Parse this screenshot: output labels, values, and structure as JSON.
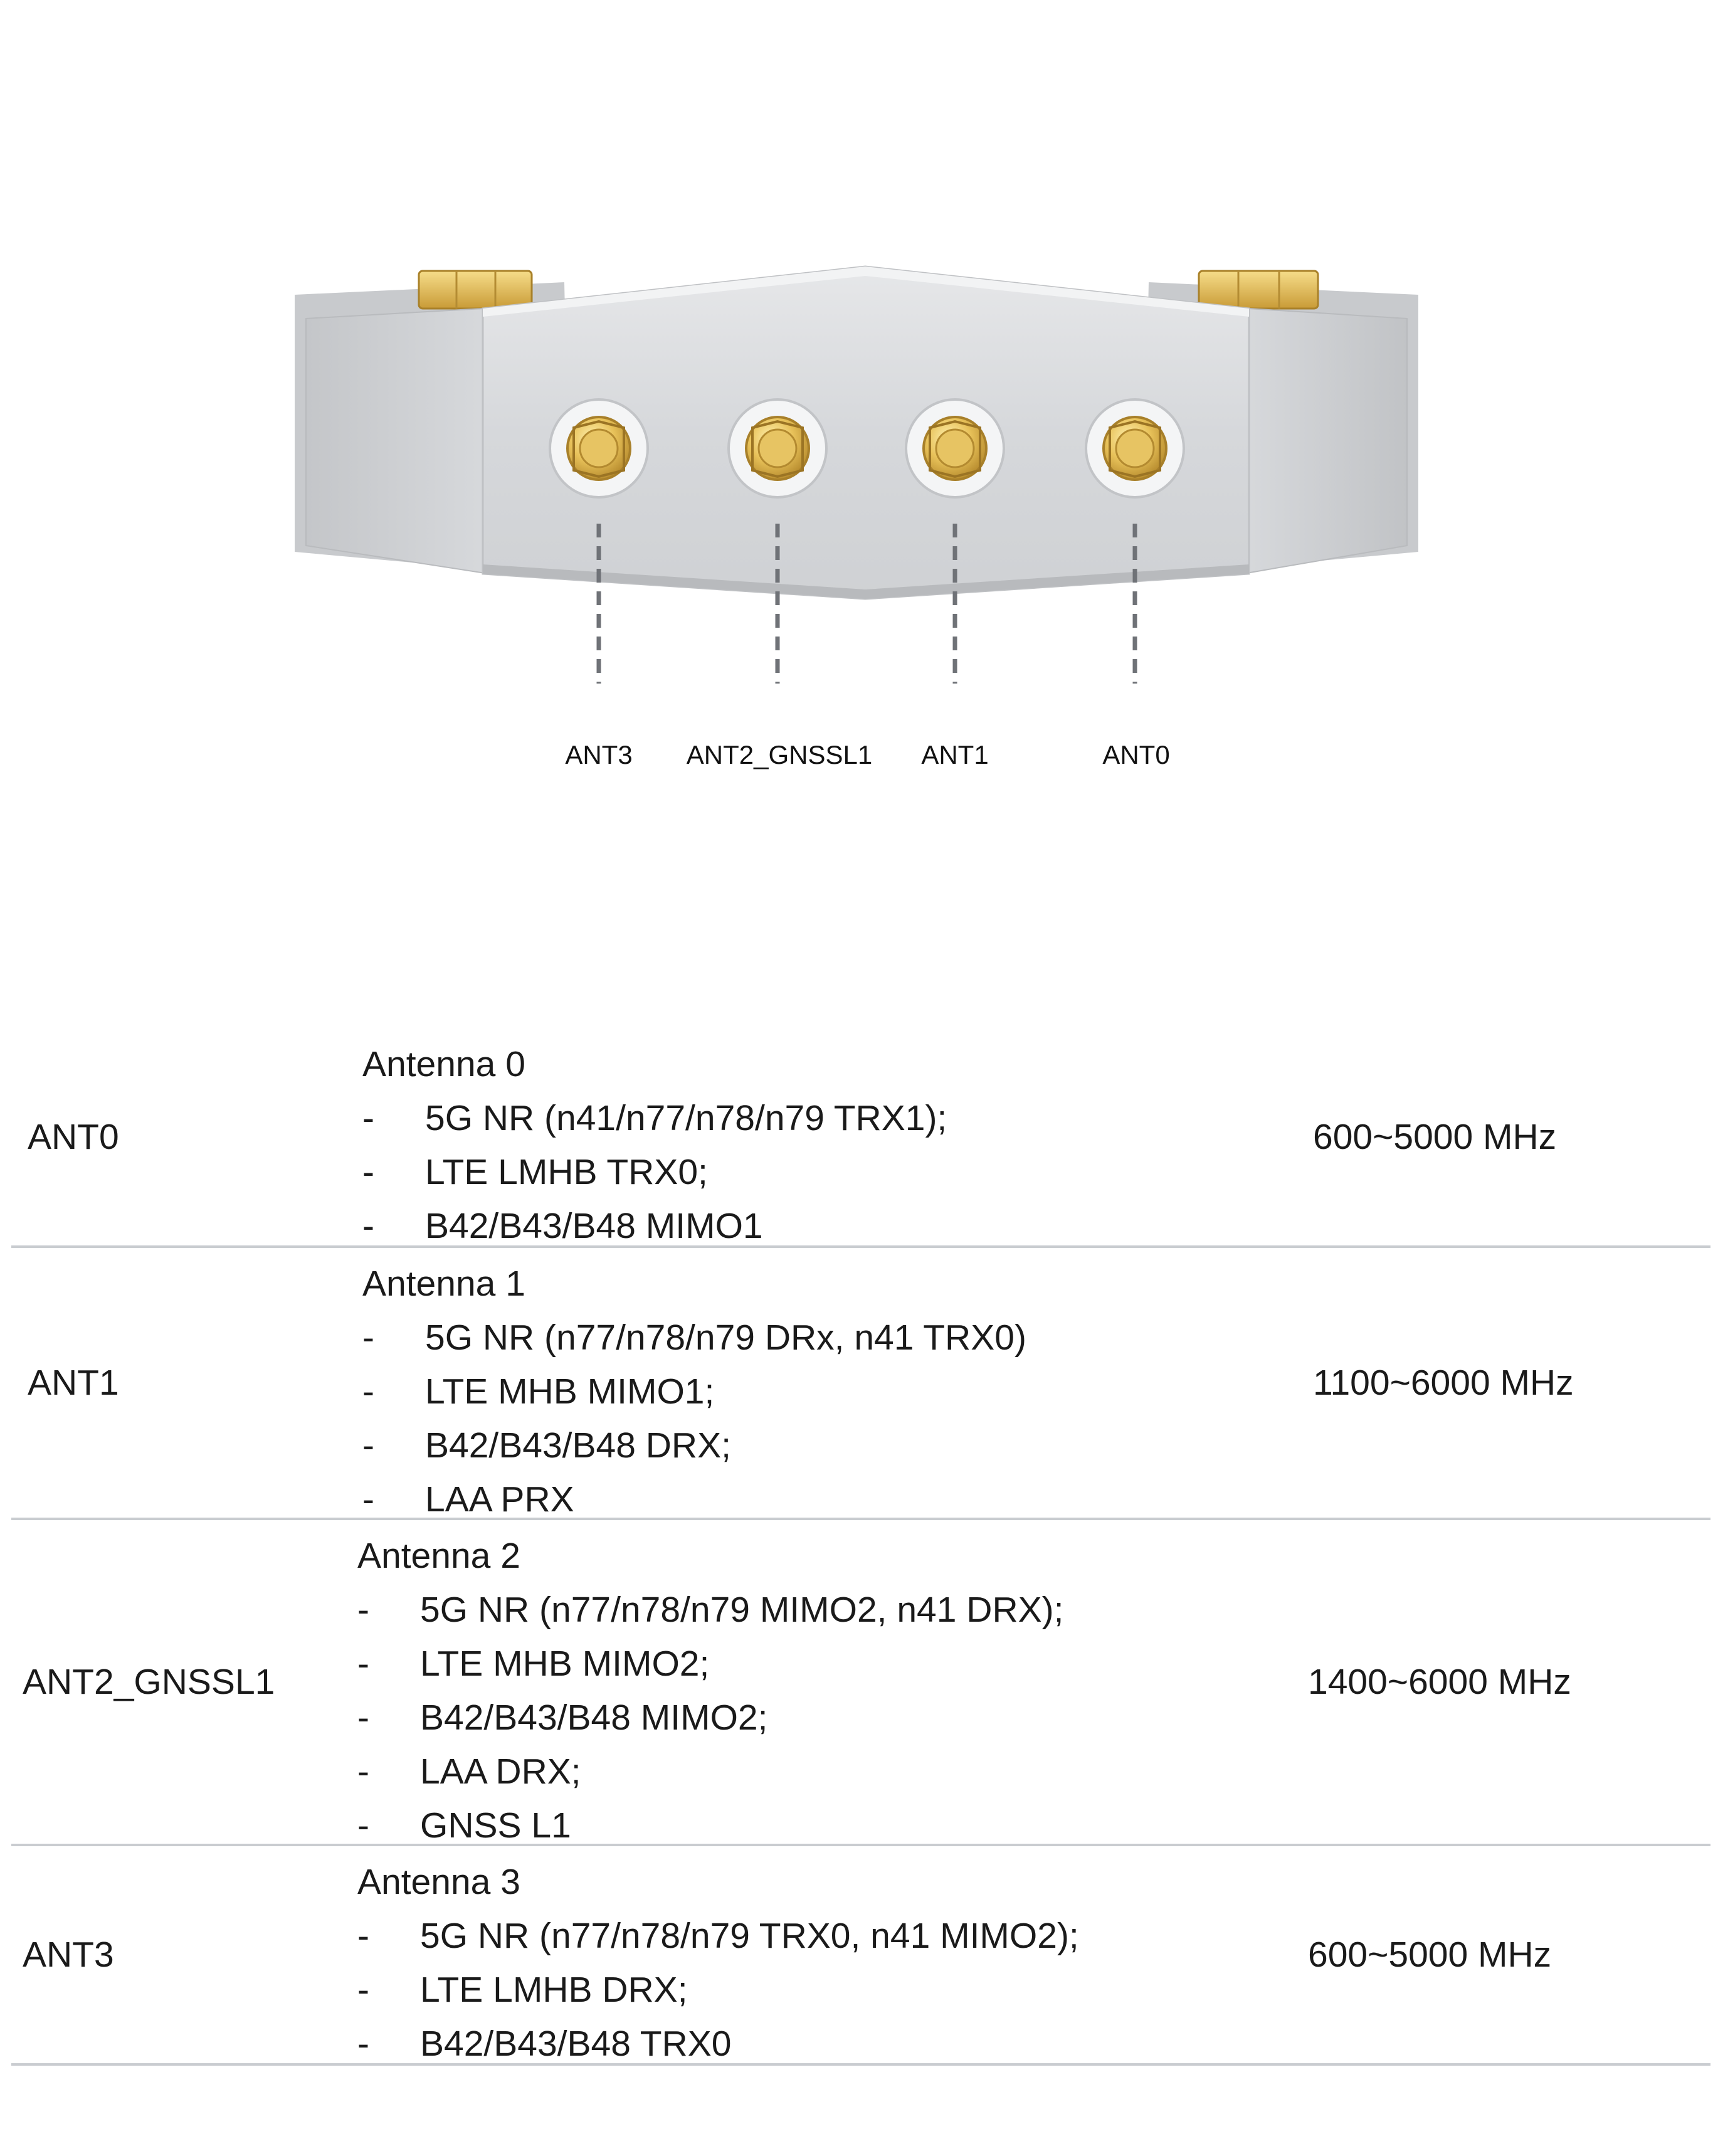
{
  "diagram": {
    "port_labels": [
      "ANT3",
      "ANT2_GNSSL1",
      "ANT1",
      "ANT0"
    ]
  },
  "table": {
    "rows": [
      {
        "name": "ANT0",
        "title": "Antenna 0",
        "items": [
          "5G NR (n41/n77/n78/n79 TRX1);",
          "LTE LMHB TRX0;",
          "B42/B43/B48 MIMO1"
        ],
        "frequency": "600~5000 MHz"
      },
      {
        "name": "ANT1",
        "title": "Antenna 1",
        "items": [
          "5G NR (n77/n78/n79 DRx, n41 TRX0)",
          "LTE MHB MIMO1;",
          "B42/B43/B48 DRX;",
          "LAA PRX"
        ],
        "frequency": "1100~6000 MHz"
      },
      {
        "name": "ANT2_GNSSL1",
        "title": "Antenna 2",
        "items": [
          "5G NR (n77/n78/n79 MIMO2, n41 DRX);",
          "LTE MHB MIMO2;",
          "B42/B43/B48 MIMO2;",
          "LAA DRX;",
          "GNSS L1"
        ],
        "frequency": "1400~6000 MHz"
      },
      {
        "name": "ANT3",
        "title": "Antenna 3",
        "items": [
          "5G NR (n77/n78/n79 TRX0, n41 MIMO2);",
          "LTE LMHB DRX;",
          "B42/B43/B48 TRX0"
        ],
        "frequency": "600~5000 MHz"
      }
    ],
    "dash": "-"
  }
}
